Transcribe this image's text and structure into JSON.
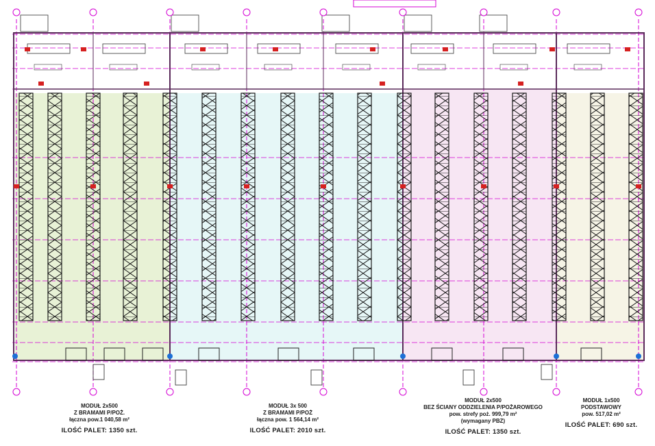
{
  "colors": {
    "zone_green": "#e8f2d6",
    "zone_cyan": "#e6f7f7",
    "zone_pink": "#f7e6f3",
    "zone_beige": "#f6f4e6",
    "grid_line": "#d400d4",
    "structure": "#5a2a5a",
    "rack": "#1a1a1a",
    "marker_red": "#d62020",
    "marker_blue": "#1c6fd6"
  },
  "modules": [
    {
      "lines": [
        "MODUŁ 2x500",
        "Z BRAMAMI P/POŻ.",
        "łączna pow.1 040,58 m²"
      ],
      "pallets": "ILOŚĆ PALET: 1350 szt."
    },
    {
      "lines": [
        "MODUŁ 3x 500",
        "Z BRAMAMI P/POŻ",
        "łączna pow. 1 564,14 m²"
      ],
      "pallets": "ILOŚĆ PALET: 2010 szt."
    },
    {
      "lines": [
        "MODUŁ 2x500",
        "BEZ ŚCIANY ODDZIELENIA P/POŻAROWEGO",
        "pow. strefy poż. 999,79 m²",
        "(wymagany PBZ)"
      ],
      "pallets": "ILOŚĆ PALET: 1350 szt."
    },
    {
      "lines": [
        "MODUŁ 1x500",
        "PODSTAWOWY",
        "pow. 517,02 m²"
      ],
      "pallets": "ILOŚĆ PALET: 690 szt."
    }
  ]
}
